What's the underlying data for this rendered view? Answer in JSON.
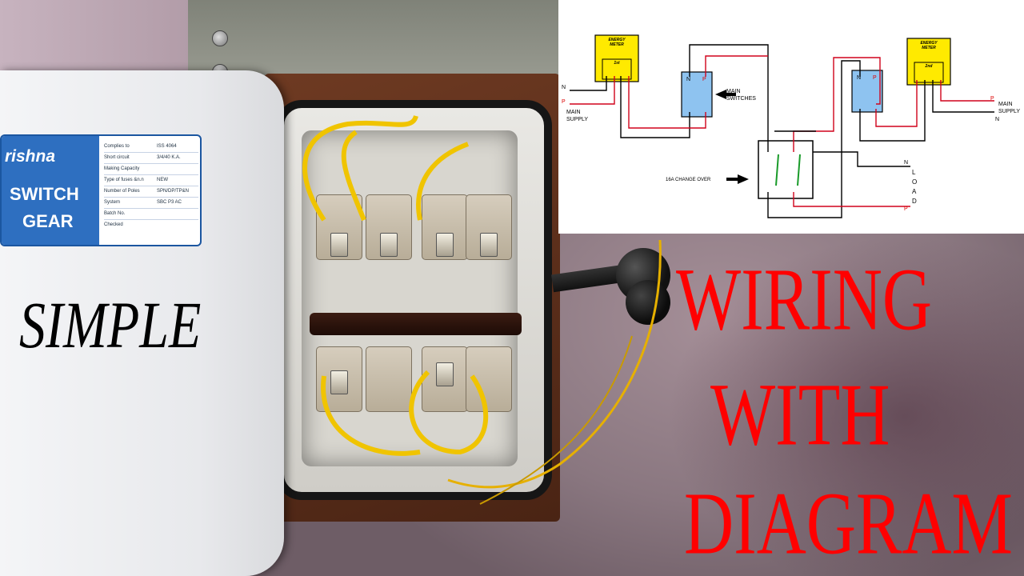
{
  "photo": {
    "plate": {
      "brand": "rishna",
      "line1": "SWITCH",
      "line2": "GEAR",
      "specs": [
        {
          "key": "Complies to",
          "value": "ISS 4064"
        },
        {
          "key": "Short circuit",
          "value": "3/4/40 K.A."
        },
        {
          "key": "Making Capacity",
          "value": ""
        },
        {
          "key": "Type of fuses &n.n",
          "value": "NEW"
        },
        {
          "key": "Number of Poles",
          "value": "SPN/DP/TP&N"
        },
        {
          "key": "System",
          "value": "SBC P3 AC"
        },
        {
          "key": "Batch No.",
          "value": ""
        },
        {
          "key": "Checked",
          "value": ""
        }
      ]
    },
    "caption_left": "SIMPLE",
    "caption_right": [
      "WIRING",
      "WITH",
      "DIAGRAM"
    ],
    "colors": {
      "caption_red": "#ff0000",
      "caption_black": "#000000",
      "wire_yellow": "#f0c400",
      "plate_blue": "#2e6fc0"
    }
  },
  "diagram": {
    "meter1": {
      "label": "ENERGY\nMETER",
      "number": "1st"
    },
    "meter2": {
      "label": "ENERGY\nMETER",
      "number": "2nd"
    },
    "switch_terminals": {
      "neutral": "N",
      "phase": "P"
    },
    "labels": {
      "main_switches": "MAIN\nSWITCHES",
      "main_supply_left": "MAIN\nSUPPLY",
      "main_supply_right": "MAIN\nSUPPLY",
      "change_over": "16A CHANGE OVER",
      "load": "LOAD",
      "n": "N",
      "p": "P"
    },
    "colors": {
      "phase_wire": "#d0021b",
      "neutral_wire": "#000000",
      "meter_fill": "#ffea00",
      "switch_fill": "#8ec3f0"
    }
  }
}
